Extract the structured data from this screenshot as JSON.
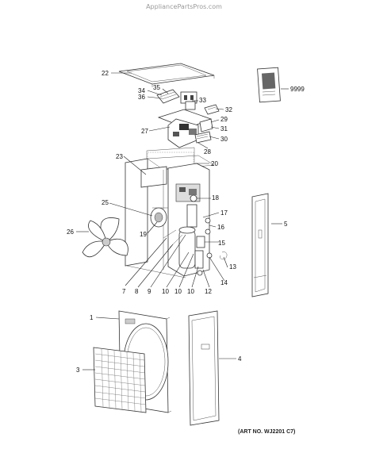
{
  "watermark": "AppliancePartsPros.com",
  "art_number": "(ART NO. WJ2201 C7)",
  "labels": {
    "l22": "22",
    "l35": "35",
    "l34": "34",
    "l36": "36",
    "l33": "33",
    "l32": "32",
    "l29": "29",
    "l31": "31",
    "l27": "27",
    "l30": "30",
    "l28": "28",
    "l23": "23",
    "l20": "20",
    "l18": "18",
    "l25": "25",
    "l17": "17",
    "l26": "26",
    "l19": "19",
    "l16": "16",
    "l15": "15",
    "l13": "13",
    "l14": "14",
    "l7": "7",
    "l8": "8",
    "l9": "9",
    "l10a": "10",
    "l10b": "10",
    "l10c": "10",
    "l12": "12",
    "l5": "5",
    "l9999": "9999",
    "l1": "1",
    "l3": "3",
    "l4": "4"
  }
}
